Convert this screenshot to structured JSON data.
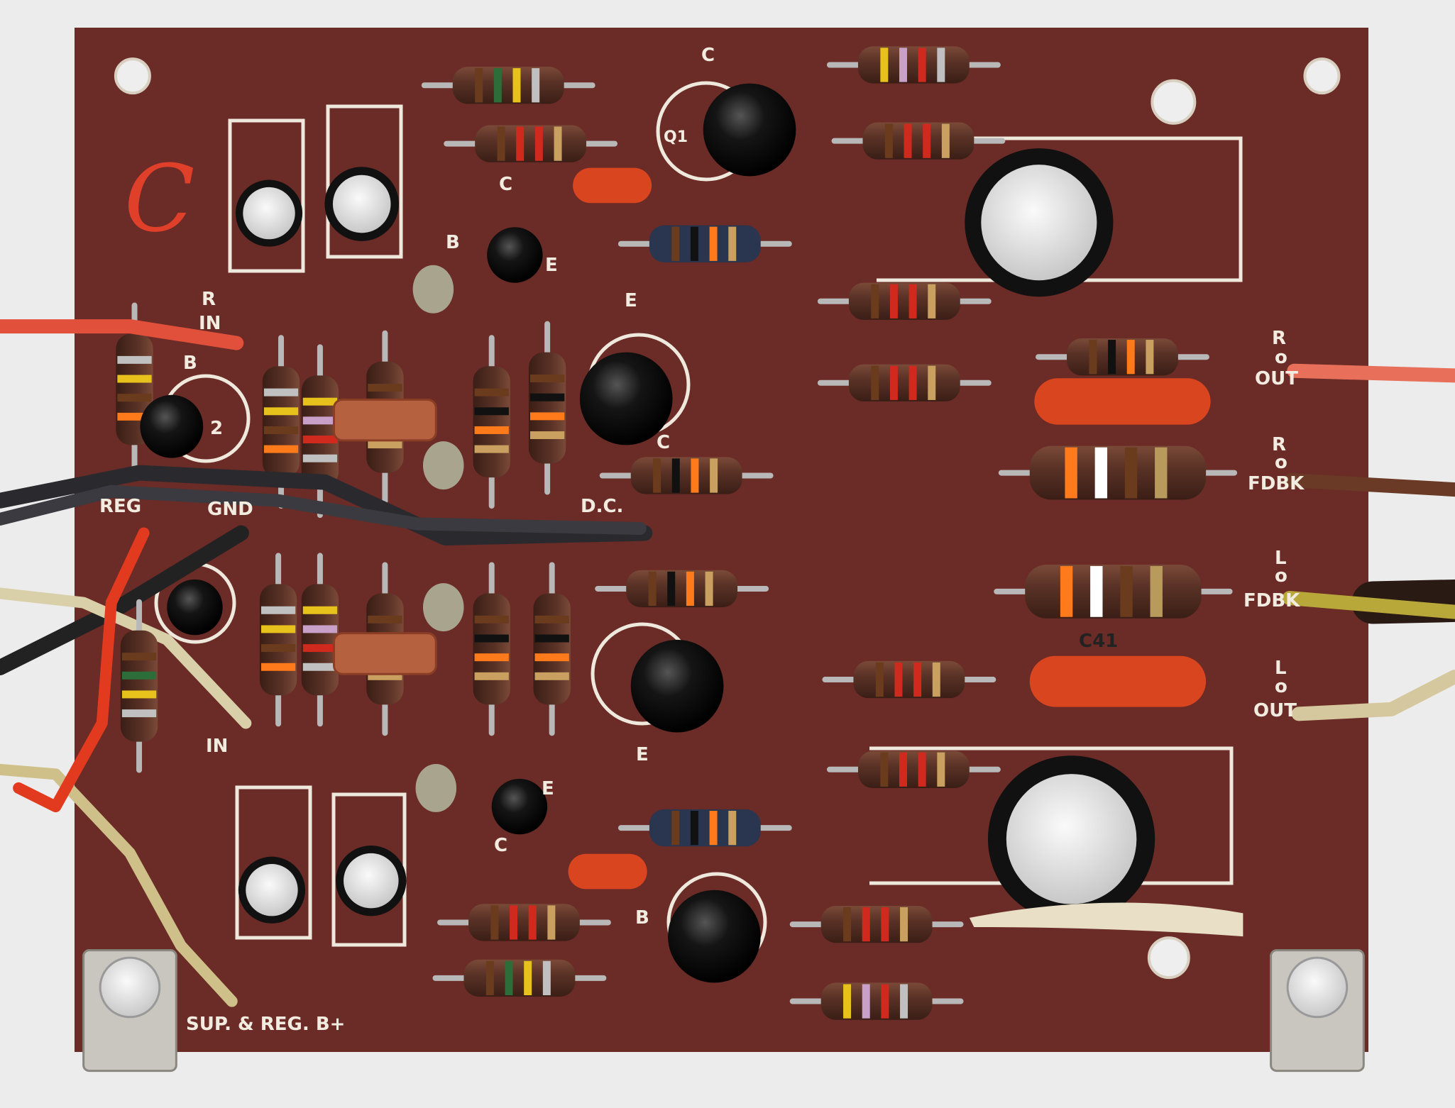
{
  "board": {
    "handwritten_mark": "C",
    "labels": {
      "r_in_top": "R",
      "r_in_bottom": "IN",
      "base_q2": "B",
      "q2_number": "2",
      "reg": "REG",
      "gnd": "GND",
      "dc": "D.C.",
      "l_in": "IN",
      "supply": "SUP. & REG. B+",
      "r_out": [
        "R",
        "o",
        "OUT"
      ],
      "r_fdbk": [
        "R",
        "o",
        "FDBK"
      ],
      "l_fdbk": [
        "L",
        "o",
        "FDBK"
      ],
      "l_out": [
        "L",
        "o",
        "OUT"
      ],
      "cap_c41": "C41",
      "q1": "Q1",
      "pins": {
        "c1": "C",
        "e1": "E",
        "c2": "C",
        "b2": "B",
        "e2": "E",
        "e3": "E",
        "c3": "C",
        "e4": "E",
        "c4": "C",
        "b4": "B"
      }
    },
    "colors": {
      "pcb": "#6b2b26",
      "silkscreen": "#f2ece0",
      "background": "#ececec"
    }
  }
}
